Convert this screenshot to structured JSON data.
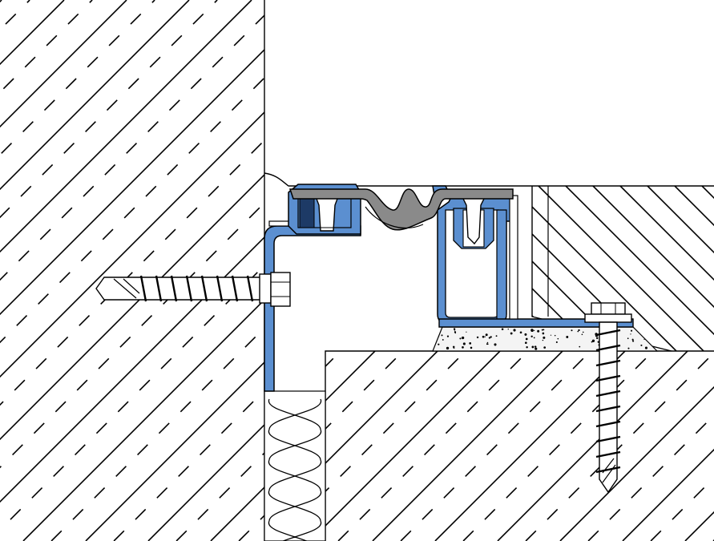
{
  "drawing": {
    "type": "expansion-joint-cross-section",
    "colors": {
      "line": "#000000",
      "background": "#ffffff",
      "profile_blue": "#5b8fd0",
      "seal_gray": "#8a8a8a",
      "mortar_fill": "#f2f2f2"
    },
    "components": [
      "concrete-wall",
      "concrete-slab",
      "floor-covering",
      "aluminium-angle-profile",
      "aluminium-channel-profile",
      "rubber-seal-insert",
      "countersunk-screw",
      "wall-anchor-bolt",
      "floor-anchor-bolt",
      "mortar-bed",
      "insulation-filler"
    ]
  }
}
